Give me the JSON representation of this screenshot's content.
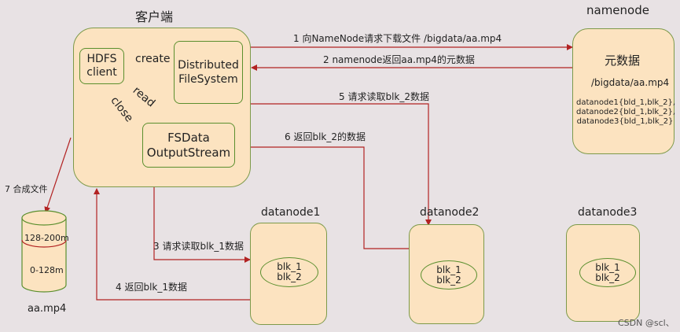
{
  "client": {
    "title": "客户端",
    "hdfs_client": "HDFS\nclient",
    "distributed_fs": "Distributed\nFileSystem",
    "fsdata": "FSData\nOutputStream",
    "create": "create",
    "read": "read",
    "close": "close"
  },
  "namenode": {
    "title": "namenode",
    "metadata_title": "元数据",
    "path": "/bigdata/aa.mp4",
    "entries": "datanode1{bld_1,blk_2},\ndatanode2{bld_1,blk_2},\ndatanode3{bld_1,blk_2}"
  },
  "datanodes": [
    {
      "title": "datanode1",
      "blocks": "blk_1\nblk_2"
    },
    {
      "title": "datanode2",
      "blocks": "blk_1\nblk_2"
    },
    {
      "title": "datanode3",
      "blocks": "blk_1\nblk_2"
    }
  ],
  "file": {
    "segment_top": "128-200m",
    "segment_bottom": "0-128m",
    "name": "aa.mp4"
  },
  "steps": {
    "s1": "1 向NameNode请求下载文件 /bigdata/aa.mp4",
    "s2": "2 namenode返回aa.mp4的元数据",
    "s3": "3 请求读取blk_1数据",
    "s4": "4 返回blk_1数据",
    "s5": "5 请求读取blk_2数据",
    "s6": "6 返回blk_2的数据",
    "s7": "7 合成文件"
  },
  "watermark": "CSDN @scl、",
  "colors": {
    "arrow": "#b22222",
    "box_fill": "#fce3c0",
    "box_border": "#5b8f2e",
    "background": "#e8e2e4"
  }
}
